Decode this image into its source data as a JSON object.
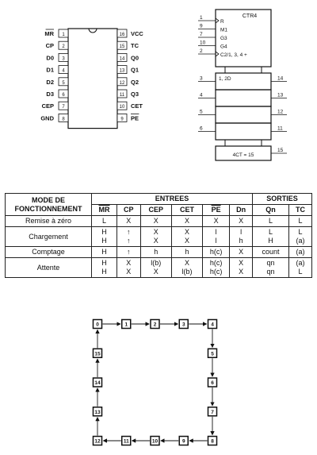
{
  "pinout": {
    "left_pins": [
      {
        "name": "MR",
        "num": "1",
        "overline": true
      },
      {
        "name": "CP",
        "num": "2",
        "overline": false
      },
      {
        "name": "D0",
        "num": "3",
        "overline": false
      },
      {
        "name": "D1",
        "num": "4",
        "overline": false
      },
      {
        "name": "D2",
        "num": "5",
        "overline": false
      },
      {
        "name": "D3",
        "num": "6",
        "overline": false
      },
      {
        "name": "CEP",
        "num": "7",
        "overline": false
      },
      {
        "name": "GND",
        "num": "8",
        "overline": false
      }
    ],
    "right_pins": [
      {
        "name": "VCC",
        "num": "16",
        "overline": false
      },
      {
        "name": "TC",
        "num": "15",
        "overline": false
      },
      {
        "name": "Q0",
        "num": "14",
        "overline": false
      },
      {
        "name": "Q1",
        "num": "13",
        "overline": false
      },
      {
        "name": "Q2",
        "num": "12",
        "overline": false
      },
      {
        "name": "Q3",
        "num": "11",
        "overline": false
      },
      {
        "name": "CET",
        "num": "10",
        "overline": false
      },
      {
        "name": "PE",
        "num": "9",
        "overline": true
      }
    ]
  },
  "logic_symbol": {
    "title": "CTR4",
    "control_inputs": [
      {
        "num": "1",
        "label": "R"
      },
      {
        "num": "9",
        "label": "M1"
      },
      {
        "num": "7",
        "label": "G3"
      },
      {
        "num": "10",
        "label": "G4"
      },
      {
        "num": "2",
        "label": "C2/1, 3, 4 +"
      }
    ],
    "data_first_label": "1, 2D",
    "data_rows": [
      {
        "in": "3",
        "out": "14"
      },
      {
        "in": "4",
        "out": "13"
      },
      {
        "in": "5",
        "out": "12"
      },
      {
        "in": "6",
        "out": "11"
      }
    ],
    "tc_label": "4CT = 15",
    "tc_out": "15"
  },
  "function_table": {
    "mode_header": "MODE DE FONCTIONNEMENT",
    "inputs_header": "ENTREES",
    "outputs_header": "SORTIES",
    "columns": [
      "MR",
      "CP",
      "CEP",
      "CET",
      "PE",
      "Dn",
      "Qn",
      "TC"
    ],
    "rows": [
      {
        "mode": "Remise à zéro",
        "lines": [
          [
            "L",
            "X",
            "X",
            "X",
            "X",
            "X",
            "L",
            "L"
          ]
        ]
      },
      {
        "mode": "Chargement",
        "lines": [
          [
            "H",
            "↑",
            "X",
            "X",
            "l",
            "l",
            "L",
            "L"
          ],
          [
            "H",
            "↑",
            "X",
            "X",
            "l",
            "h",
            "H",
            "(a)"
          ]
        ]
      },
      {
        "mode": "Comptage",
        "lines": [
          [
            "H",
            "↑",
            "h",
            "h",
            "h(c)",
            "X",
            "count",
            "(a)"
          ]
        ]
      },
      {
        "mode": "Attente",
        "lines": [
          [
            "H",
            "X",
            "l(b)",
            "X",
            "h(c)",
            "X",
            "qn",
            "(a)"
          ],
          [
            "H",
            "X",
            "X",
            "l(b)",
            "h(c)",
            "X",
            "qn",
            "L"
          ]
        ]
      }
    ]
  },
  "state_diagram": {
    "states": [
      "0",
      "1",
      "2",
      "3",
      "4",
      "5",
      "6",
      "7",
      "8",
      "9",
      "10",
      "11",
      "12",
      "13",
      "14",
      "15"
    ]
  }
}
